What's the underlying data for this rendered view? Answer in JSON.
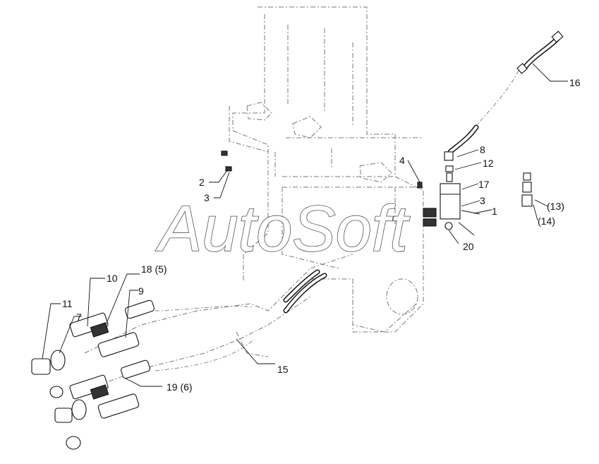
{
  "watermark": "AutoSoft",
  "callouts": {
    "c1": "1",
    "c2": "2",
    "c3a": "3",
    "c3b": "3",
    "c4": "4",
    "c7": "7",
    "c8": "8",
    "c9": "9",
    "c10": "10",
    "c11": "11",
    "c12": "12",
    "c13": "(13)",
    "c14": "(14)",
    "c15": "15",
    "c16": "16",
    "c17": "17",
    "c18": "18 (5)",
    "c19": "19 (6)",
    "c20": "20"
  }
}
